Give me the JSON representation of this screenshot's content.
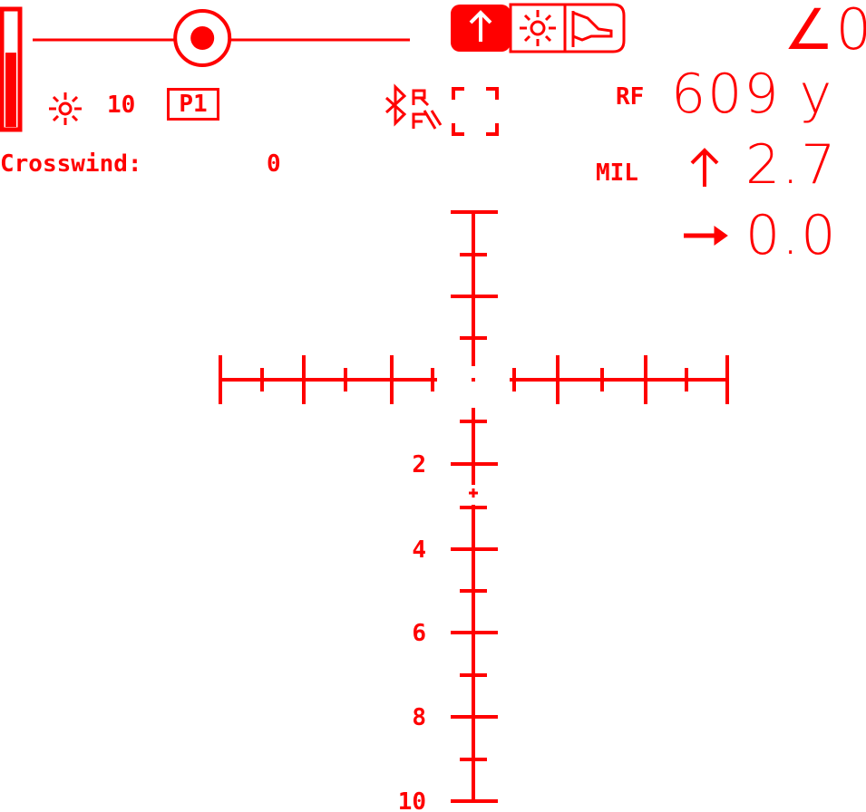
{
  "colors": {
    "accent": "#ff0000",
    "background": "#ffffff"
  },
  "battery": {
    "level": 0.65
  },
  "slider": {
    "level": 0.45
  },
  "modes": {
    "items": [
      {
        "icon": "up-arrow-icon",
        "active": true
      },
      {
        "icon": "sun-icon",
        "active": false
      },
      {
        "icon": "flag-icon",
        "active": false
      }
    ]
  },
  "angle": {
    "label": "∠0"
  },
  "brightness": {
    "value": "10"
  },
  "profile": {
    "label": "P1"
  },
  "status": {
    "bluetooth_icon": "bluetooth-icon",
    "rf_icon": "rf-icon",
    "frame_icon": "frame-icon"
  },
  "rangefinder": {
    "label": "RF",
    "value": "609 y"
  },
  "mil": {
    "label": "MIL",
    "elevation": "2.7",
    "windage": "0.0"
  },
  "crosswind": {
    "label": "Crosswind:",
    "value": "0"
  },
  "reticle": {
    "labels": [
      "2",
      "4",
      "6",
      "8",
      "10"
    ]
  }
}
